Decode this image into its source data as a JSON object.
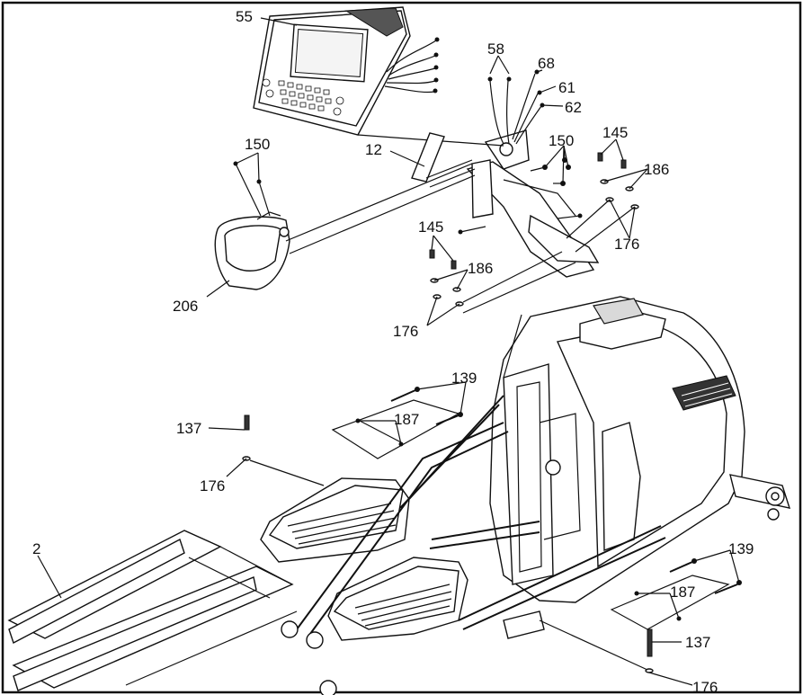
{
  "diagram": {
    "part_labels": [
      "55",
      "58",
      "68",
      "61",
      "62",
      "12",
      "150",
      "150",
      "145",
      "186",
      "176",
      "145",
      "186",
      "176",
      "206",
      "139",
      "187",
      "137",
      "176",
      "2",
      "139",
      "187",
      "137",
      "176"
    ]
  }
}
